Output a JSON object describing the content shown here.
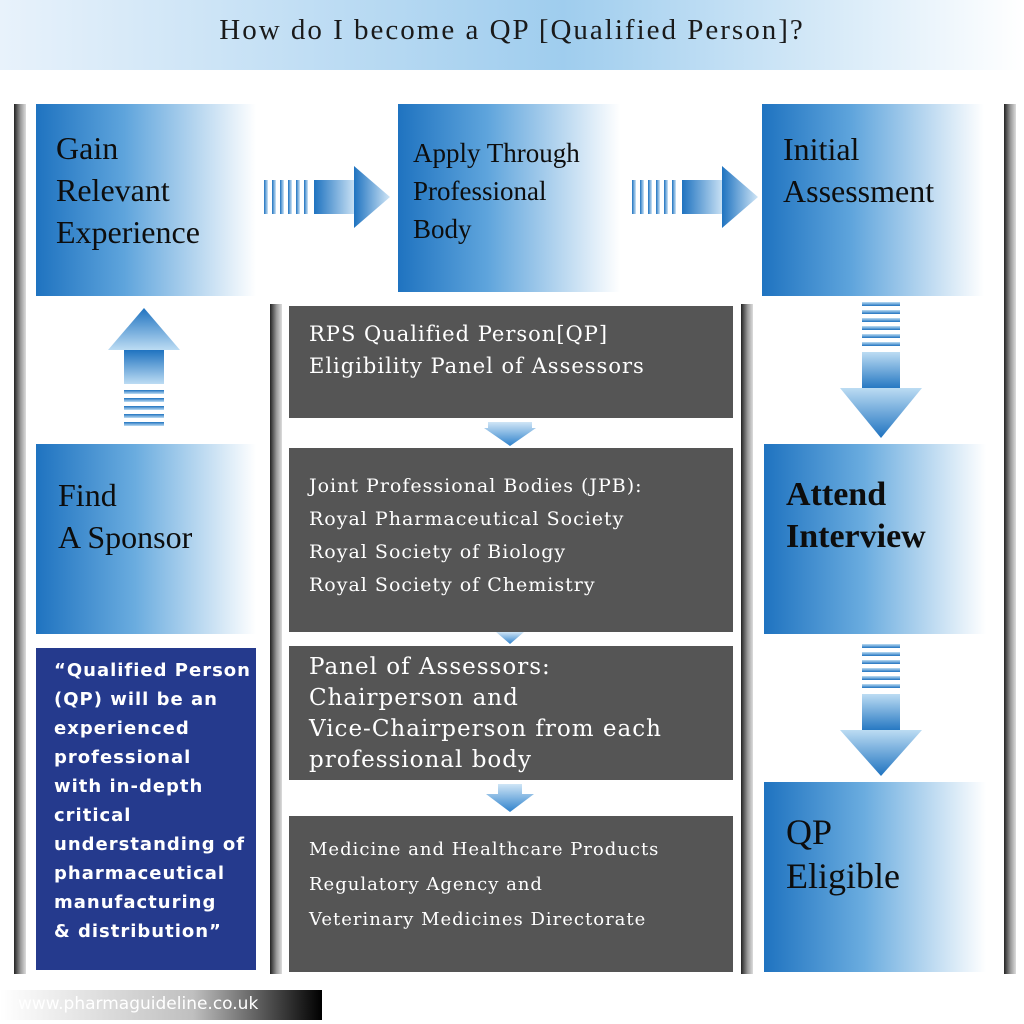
{
  "header": {
    "title": "How do I become a QP [Qualified Person]?"
  },
  "steps": {
    "gain": "Gain Relevant Experience",
    "gain_lines": [
      "Gain",
      "Relevant",
      "Experience"
    ],
    "apply_lines": [
      "Apply Through",
      "Professional",
      "Body"
    ],
    "initial_lines": [
      "Initial",
      "Assessment"
    ],
    "sponsor_lines": [
      "Find",
      "A Sponsor"
    ],
    "interview_lines": [
      "Attend",
      "Interview"
    ],
    "eligible_lines": [
      "QP",
      "Eligible"
    ]
  },
  "panels": {
    "rps": [
      "RPS Qualified Person[QP]",
      "Eligibility Panel of Assessors"
    ],
    "jpb": [
      "Joint Professional Bodies (JPB):",
      "Royal Pharmaceutical Society",
      "Royal Society of Biology",
      "Royal Society of Chemistry"
    ],
    "assessors": [
      "Panel of Assessors:",
      "Chairperson and",
      "Vice-Chairperson from each",
      "professional body"
    ],
    "agencies": [
      "Medicine and Healthcare Products",
      "Regulatory Agency and",
      "Veterinary Medicines Directorate"
    ]
  },
  "quote": {
    "lines": [
      "“Qualified Person",
      "(QP) will be an",
      "experienced",
      "professional",
      "with in-depth",
      "critical",
      "understanding of",
      "pharmaceutical",
      "manufacturing",
      "& distribution”"
    ]
  },
  "footer": {
    "url": "www.pharmaguideline.co.uk"
  },
  "colors": {
    "primary_blue": "#1f73c0",
    "panel_gray": "#555555",
    "quote_navy": "#253a8d"
  }
}
